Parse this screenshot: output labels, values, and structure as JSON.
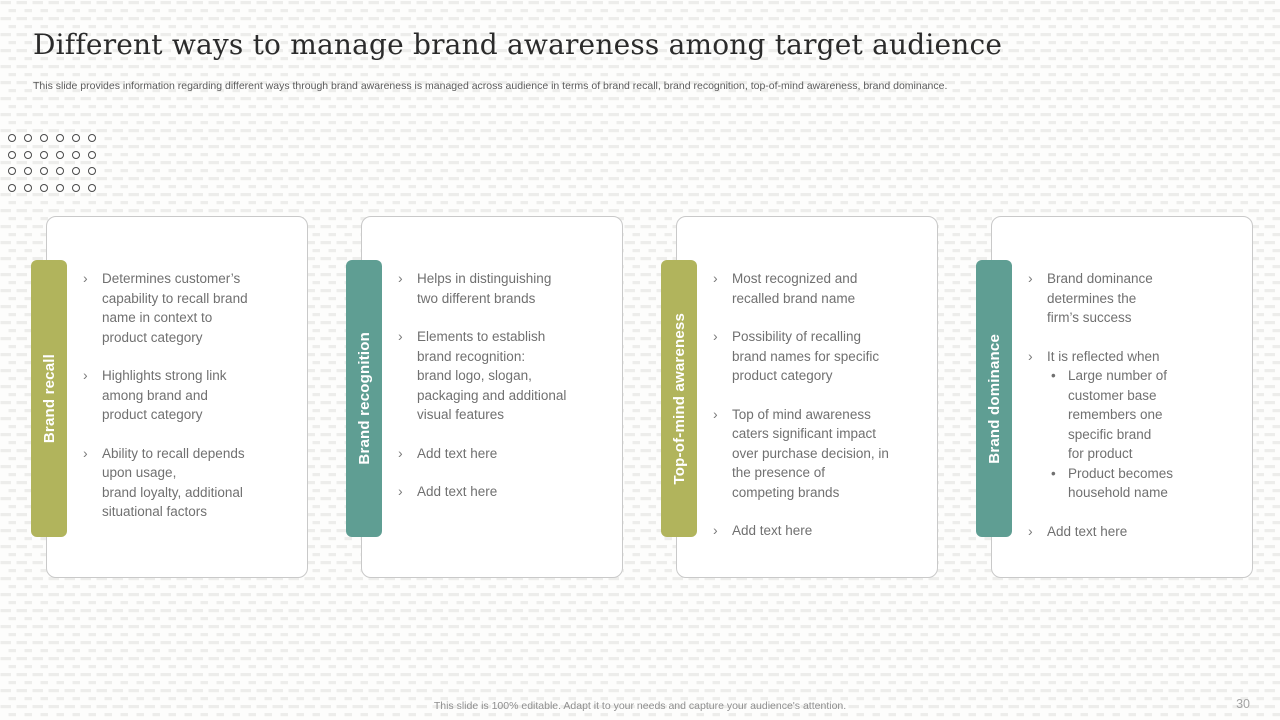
{
  "slide": {
    "title": "Different ways to manage brand awareness among target audience",
    "subtitle": "This slide provides information regarding different ways through brand awareness is managed across audience in terms of brand recall, brand recognition, top-of-mind awareness, brand dominance.",
    "footer": "This slide is 100% editable.  Adapt it to your needs and capture your audience's attention.",
    "page_number": "30"
  },
  "decoration": {
    "dot_rows": 4,
    "dot_cols": 6
  },
  "markers": {
    "bullet": "›",
    "sub_bullet": "•"
  },
  "colors": {
    "olive": "#b1b45c",
    "teal": "#5f9e93"
  },
  "cards": [
    {
      "label": "Brand recall",
      "color": "#b1b45c",
      "bullets": [
        {
          "text": "Determines customer’s\ncapability to recall brand\nname in context to\nproduct category"
        },
        {
          "text": "Highlights strong link\namong brand and\nproduct category"
        },
        {
          "text": "Ability to recall depends\nupon usage,\nbrand loyalty, additional\nsituational factors"
        }
      ]
    },
    {
      "label": "Brand recognition",
      "color": "#5f9e93",
      "bullets": [
        {
          "text": "Helps in distinguishing\ntwo different brands"
        },
        {
          "text": "Elements to establish\nbrand recognition:\nbrand logo, slogan,\npackaging and additional\nvisual features"
        },
        {
          "text": "Add text here"
        },
        {
          "text": "Add text here"
        }
      ]
    },
    {
      "label": "Top-of-mind awareness",
      "color": "#b1b45c",
      "bullets": [
        {
          "text": "Most recognized and\nrecalled brand name"
        },
        {
          "text": "Possibility of recalling\nbrand names for specific\nproduct category"
        },
        {
          "text": "Top of mind awareness\ncaters significant impact\nover purchase decision, in\nthe presence of\ncompeting brands"
        },
        {
          "text": "Add text here"
        }
      ]
    },
    {
      "label": "Brand dominance",
      "color": "#5f9e93",
      "bullets": [
        {
          "text": "Brand dominance\ndetermines the\nfirm’s success"
        },
        {
          "text": "It is reflected when",
          "subitems": [
            "Large number of\ncustomer base\nremembers one\nspecific brand\nfor product",
            "Product becomes\nhousehold name"
          ]
        },
        {
          "text": "Add text here"
        }
      ]
    }
  ]
}
